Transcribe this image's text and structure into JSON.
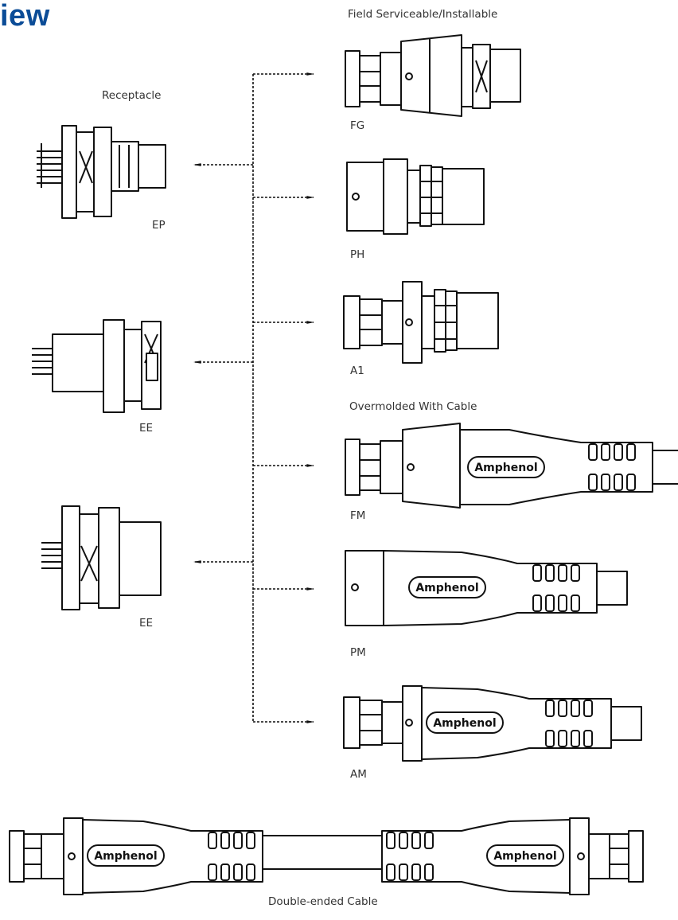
{
  "title_fragment": "iew",
  "headers": {
    "receptacle": "Receptacle",
    "field": "Field Serviceable/Installable",
    "overmolded": "Overmolded With Cable",
    "double_ended": "Double-ended Cable"
  },
  "receptacles": [
    {
      "code": "EP"
    },
    {
      "code": "EE"
    },
    {
      "code": "EE"
    }
  ],
  "plugs": [
    {
      "code": "FG"
    },
    {
      "code": "PH"
    },
    {
      "code": "A1"
    },
    {
      "code": "FM"
    },
    {
      "code": "PM"
    },
    {
      "code": "AM"
    }
  ],
  "brand": "Amphenol",
  "colors": {
    "title": "#0b4c97",
    "line": "#111111"
  }
}
